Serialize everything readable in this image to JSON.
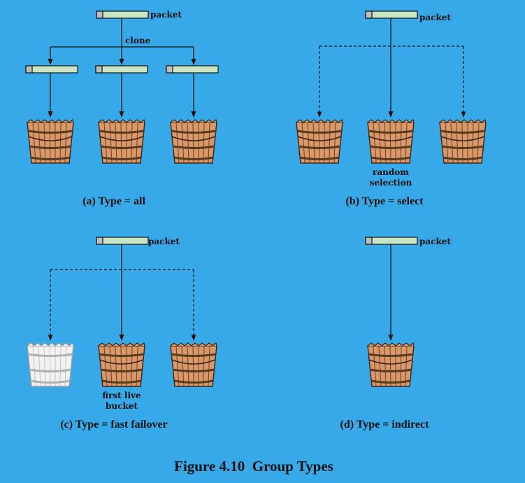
{
  "labels": {
    "packet": "packet",
    "clone": "clone",
    "random_selection_line1": "random",
    "random_selection_line2": "selection",
    "first_live_line1": "first live",
    "first_live_line2": "bucket"
  },
  "panels": {
    "a": {
      "caption": "(a) Type = all"
    },
    "b": {
      "caption": "(b) Type = select"
    },
    "c": {
      "caption": "(c) Type = fast failover"
    },
    "d": {
      "caption": "(d) Type = indirect"
    }
  },
  "figure_caption": "Figure 4.10  Group Types",
  "colors": {
    "background": "#37a9e8",
    "packet_fill": "#c8e6c4",
    "packet_header": "#bdbdbd",
    "bucket_wood": "#d9976a",
    "bucket_band": "#5a3a1e",
    "bucket_failed": "#f2f2f2"
  },
  "icons": {
    "packet": "packet-icon",
    "bucket": "bucket-icon",
    "bucket_failed": "failed-bucket-icon"
  }
}
